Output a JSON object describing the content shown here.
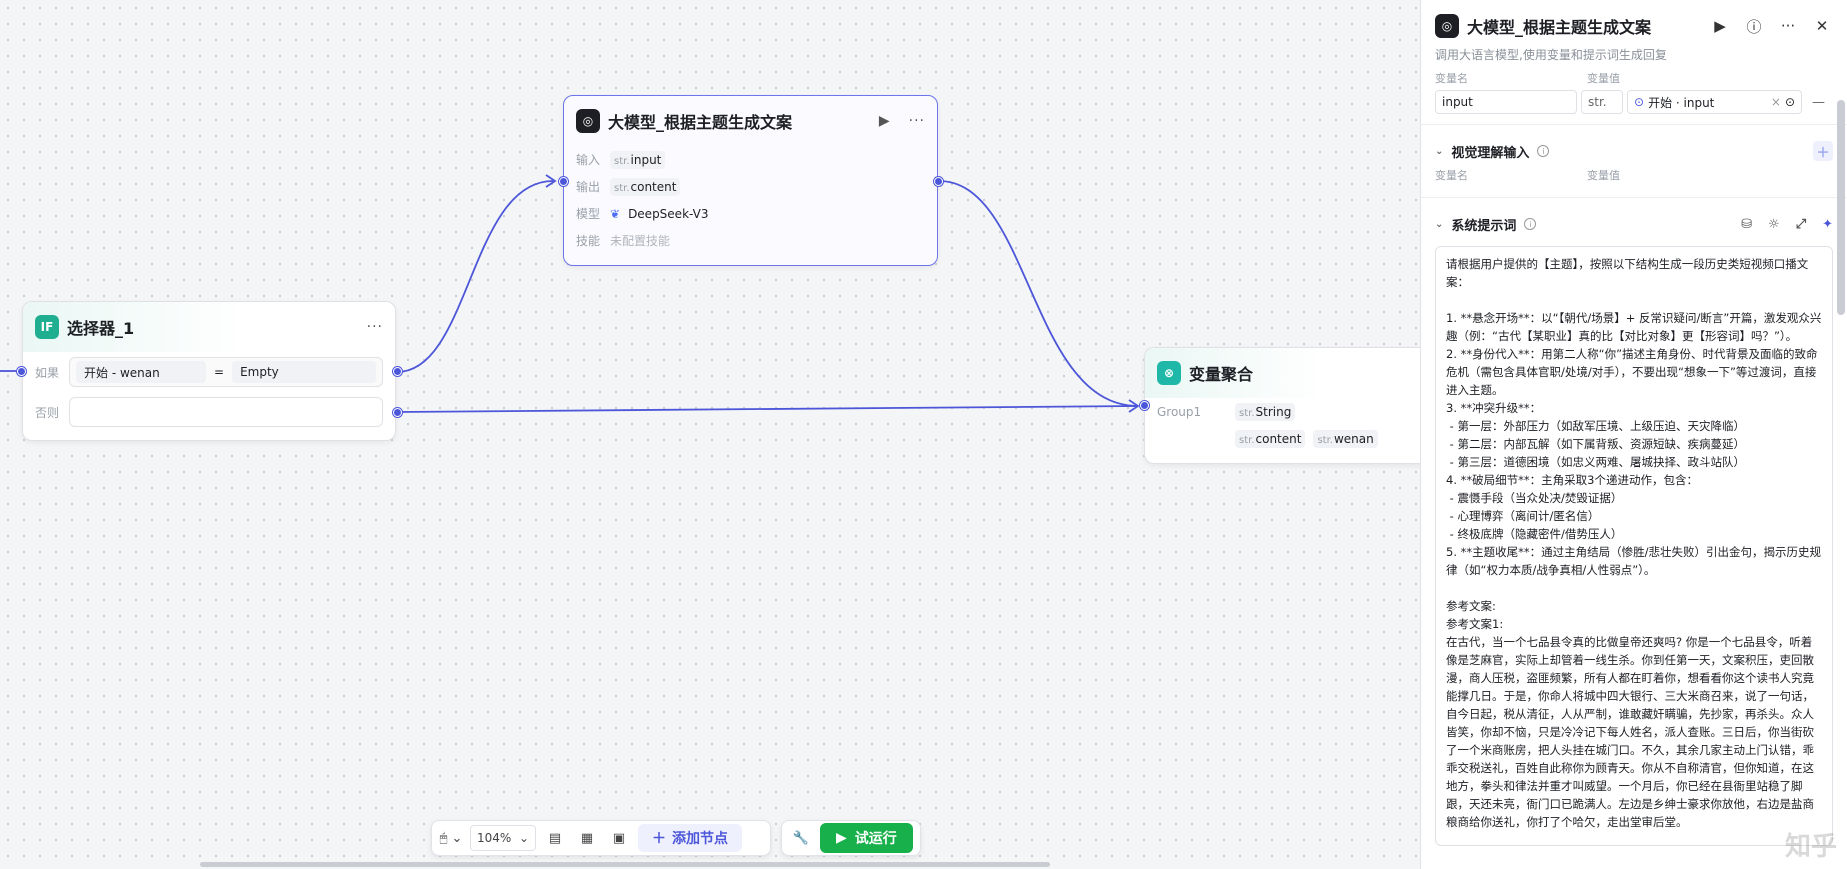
{
  "colors": {
    "accent": "#4c56d9",
    "run": "#18b04a",
    "selector": "#1fae8f",
    "aggregator": "#1fb8a8"
  },
  "llm_node": {
    "title": "大模型_根据主题生成文案",
    "rows": [
      {
        "label": "输入",
        "type": "str.",
        "value": "input"
      },
      {
        "label": "输出",
        "type": "str.",
        "value": "content"
      },
      {
        "label": "模型",
        "value": "DeepSeek-V3"
      },
      {
        "label": "技能",
        "value": "未配置技能"
      }
    ]
  },
  "selector_node": {
    "title": "选择器_1",
    "if_label": "如果",
    "else_label": "否则",
    "cond_left": "开始  -  wenan",
    "cond_op": "=",
    "cond_right": "Empty"
  },
  "agg_node": {
    "title": "变量聚合",
    "group_label": "Group1",
    "vars": [
      {
        "type": "str.",
        "value": "String"
      },
      {
        "type": "str.",
        "value": "content"
      },
      {
        "type": "str.",
        "value": "wenan"
      }
    ]
  },
  "toolbar": {
    "zoom": "104%",
    "add_node": "添加节点",
    "run": "试运行"
  },
  "panel": {
    "title": "大模型_根据主题生成文案",
    "description": "调用大语言模型,使用变量和提示词生成回复",
    "col_name": "变量名",
    "col_value": "变量值",
    "input_name": "input",
    "input_type": "str.",
    "input_ref": "开始 · input",
    "vision_title": "视觉理解输入",
    "vision_col_name": "变量名",
    "vision_col_value": "变量值",
    "system_prompt_title": "系统提示词",
    "system_prompt": "请根据用户提供的【主题】，按照以下结构生成一段历史类短视频口播文案：\n\n1. **悬念开场**：以“【朝代/场景】+ 反常识疑问/断言”开篇，激发观众兴趣（例：“古代【某职业】真的比【对比对象】更【形容词】吗？”）。\n2. **身份代入**：用第二人称“你”描述主角身份、时代背景及面临的致命危机（需包含具体官职/处境/对手），不要出现“想象一下”等过渡词，直接进入主题。\n3. **冲突升级**：\n - 第一层：外部压力（如敌军压境、上级压迫、天灾降临）\n - 第二层：内部瓦解（如下属背叛、资源短缺、疾病蔓延）\n - 第三层：道德困境（如忠义两难、屠城抉择、政斗站队）\n4. **破局细节**：主角采取3个递进动作，包含：\n - 震慑手段（当众处决/焚毁证据）\n - 心理博弈（离间计/匿名信）\n - 终极底牌（隐藏密件/借势压人）\n5. **主题收尾**：通过主角结局（惨胜/悲壮失败）引出金句，揭示历史规律（如“权力本质/战争真相/人性弱点”）。\n\n参考文案:\n参考文案1:\n在古代，当一个七品县令真的比做皇帝还爽吗? 你是一个七品县令，听着像是芝麻官，实际上却管着一线生杀。你到任第一天，文案积压，吏回散漫，商人压税，盗匪频繁，所有人都在盯着你，想看看你这个读书人究竟能撑几日。于是，你命人将城中四大银行、三大米商召来，说了一句话，自今日起，税从清征，人从严制，谁敢藏奸瞒骗，先抄家，再杀头。众人皆笑，你却不恼，只是冷冷记下每人姓名，派人查账。三日后，你当街砍了一个米商账房，把人头挂在城门口。不久，其余几家主动上门认错，乖乖交税送礼，百姓自此称你为顾青天。你从不自称清官，但你知道，在这地方，拳头和律法并重才叫威望。一个月后，你已经在县衙里站稳了脚跟，天还未亮，衙门口已跪满人。左边是乡绅士豪求你放他，右边是盐商粮商给你送礼，你打了个哈欠，走出堂审后堂。"
  }
}
